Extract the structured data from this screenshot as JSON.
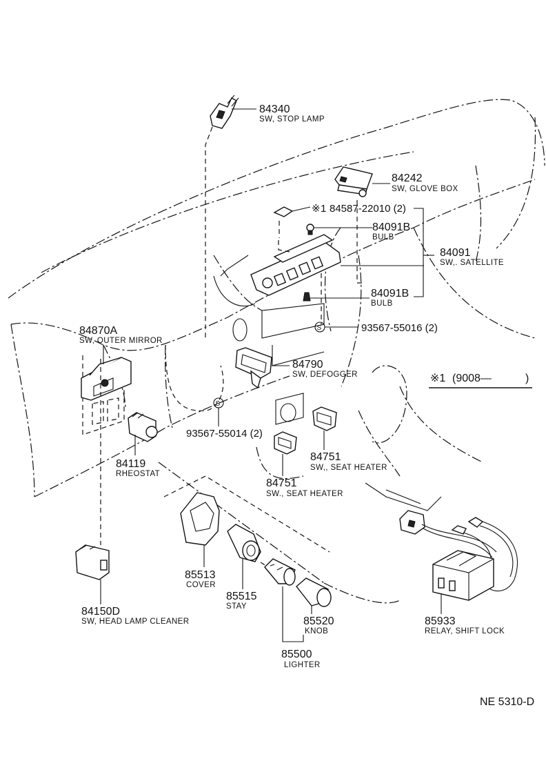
{
  "parts": [
    {
      "id": "stop-lamp-switch",
      "number": "84340",
      "desc": "SW, STOP LAMP"
    },
    {
      "id": "glove-box-switch",
      "number": "84242",
      "desc": "SW, GLOVE BOX"
    },
    {
      "id": "bulb-upper",
      "number": "84091B",
      "desc": "BULB"
    },
    {
      "id": "satellite-switch",
      "number": "84091",
      "desc": "SW,. SATELLITE"
    },
    {
      "id": "bulb-lower",
      "number": "84091B",
      "desc": "BULB"
    },
    {
      "id": "outer-mirror-switch",
      "number": "84870A",
      "desc": "SW, OUTER MIRROR"
    },
    {
      "id": "defogger-switch",
      "number": "84790",
      "desc": "SW, DEFOGGER"
    },
    {
      "id": "rheostat",
      "number": "84119",
      "desc": "RHEOSTAT"
    },
    {
      "id": "seat-heater-switch-right",
      "number": "84751",
      "desc": "SW,, SEAT HEATER"
    },
    {
      "id": "seat-heater-switch-left",
      "number": "84751",
      "desc": "SW., SEAT HEATER"
    },
    {
      "id": "head-lamp-cleaner-switch",
      "number": "84150D",
      "desc": "SW, HEAD LAMP CLEANER"
    },
    {
      "id": "cover",
      "number": "85513",
      "desc": "COVER"
    },
    {
      "id": "stay",
      "number": "85515",
      "desc": "STAY"
    },
    {
      "id": "knob",
      "number": "85520",
      "desc": "KNOB"
    },
    {
      "id": "lighter",
      "number": "85500",
      "desc": "LIGHTER"
    },
    {
      "id": "shift-lock-relay",
      "number": "85933",
      "desc": "RELAY, SHIFT LOCK"
    }
  ],
  "fasteners": [
    {
      "id": "screw-upper",
      "text": "84587-22010 (2)",
      "prefix": "※1"
    },
    {
      "id": "screw-middle",
      "text": "93567-55016 (2)",
      "symbol": "S"
    },
    {
      "id": "screw-lower",
      "text": "93567-55014 (2)",
      "symbol": "S"
    }
  ],
  "note": {
    "prefix": "※1",
    "text": "(9008—",
    "close": ")"
  },
  "figure_code": "NE  5310-D",
  "icons": [
    "screw-symbol-icon",
    "bulb-icon",
    "switch-icon",
    "connector-icon"
  ]
}
